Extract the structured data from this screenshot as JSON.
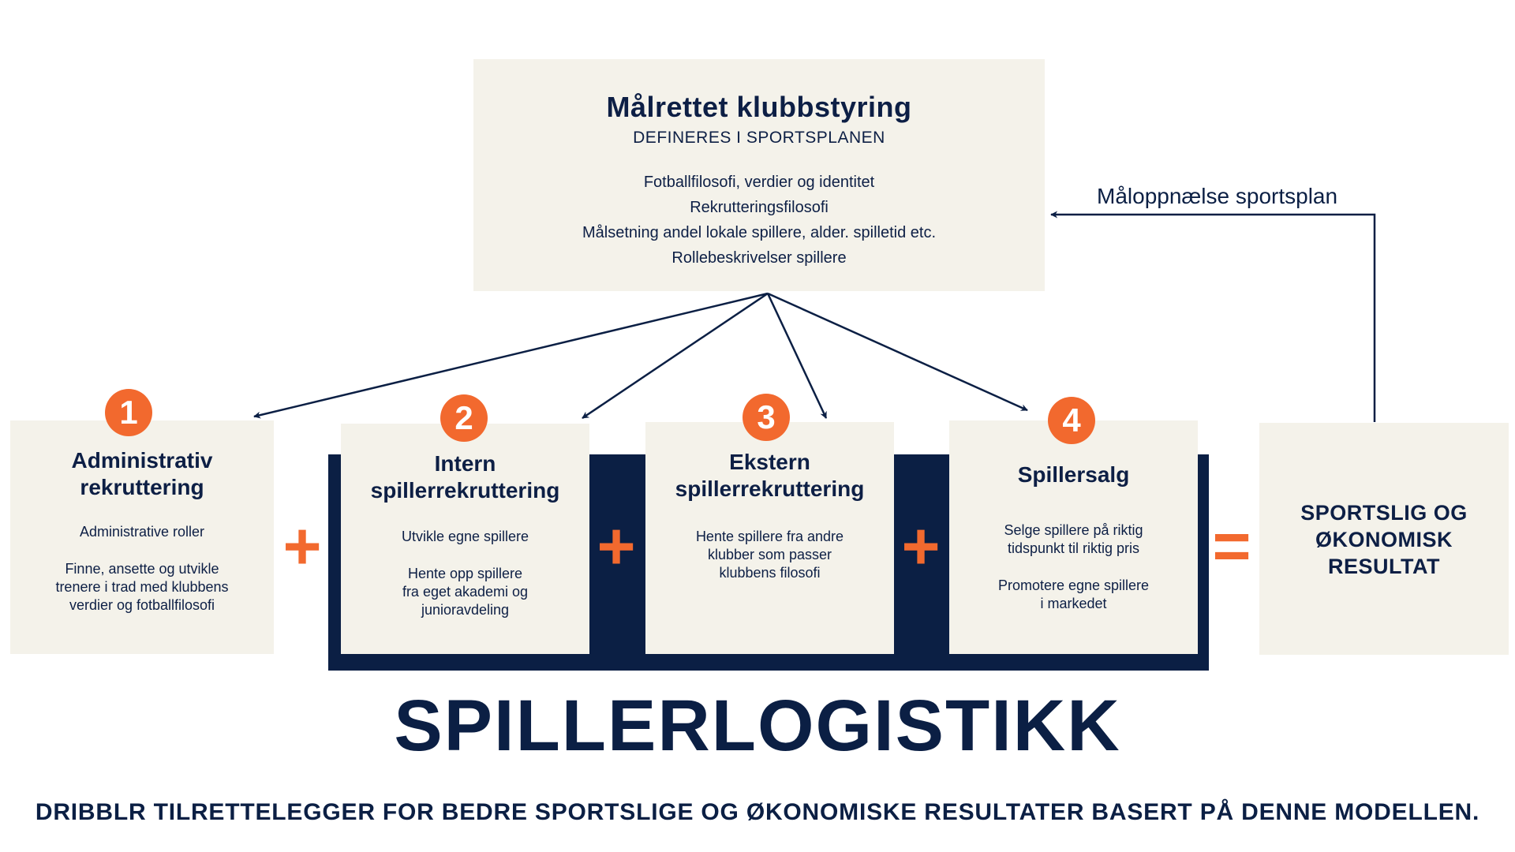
{
  "top_box": {
    "title": "Målrettet klubbstyring",
    "subtitle": "DEFINERES I SPORTSPLANEN",
    "lines": [
      "Fotballfilosofi, verdier og identitet",
      "Rekrutteringsfilosofi",
      "Målsetning andel lokale spillere, alder. spilletid etc.",
      "Rollebeskrivelser spillere"
    ]
  },
  "feedback_label": "Måloppnælse sportsplan",
  "cards": [
    {
      "number": "1",
      "title_lines": [
        "Administrativ",
        "rekruttering"
      ],
      "paragraphs": [
        [
          "Administrative roller"
        ],
        [
          "Finne, ansette og utvikle",
          "trenere i trad med klubbens",
          "verdier og fotballfilosofi"
        ]
      ]
    },
    {
      "number": "2",
      "title_lines": [
        "Intern",
        "spillerrekruttering"
      ],
      "paragraphs": [
        [
          "Utvikle egne spillere"
        ],
        [
          "Hente opp spillere",
          "fra eget akademi og",
          "junioravdeling"
        ]
      ]
    },
    {
      "number": "3",
      "title_lines": [
        "Ekstern",
        "spillerrekruttering"
      ],
      "paragraphs": [
        [
          "Hente spillere fra andre",
          "klubber som passer",
          "klubbens filosofi"
        ]
      ]
    },
    {
      "number": "4",
      "title_lines": [
        "Spillersalg"
      ],
      "paragraphs": [
        [
          "Selge spillere på riktig",
          "tidspunkt til riktig pris"
        ],
        [
          "Promotere egne spillere",
          "i markedet"
        ]
      ]
    }
  ],
  "operators": [
    "+",
    "+",
    "+",
    "="
  ],
  "result_lines": [
    "SPORTSLIG OG",
    "ØKONOMISK",
    "RESULTAT"
  ],
  "main_title": "SPILLERLOGISTIKK",
  "tagline": "DRIBBLR TILRETTELEGGER FOR BEDRE SPORTSLIGE OG ØKONOMISKE RESULTATER BASERT PÅ DENNE MODELLEN.",
  "colors": {
    "navy": "#0b1f44",
    "orange": "#f2692e",
    "cream": "#f4f2ea"
  }
}
